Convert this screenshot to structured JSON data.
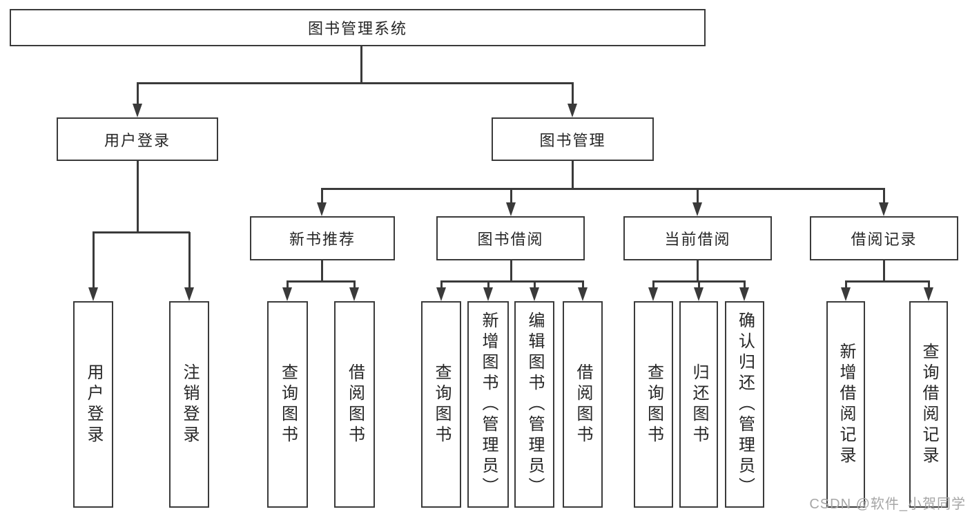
{
  "colors": {
    "line": "#3a3a3a",
    "ink": "#262626",
    "watermark": "#a6a6a6",
    "bg": "#ffffff"
  },
  "watermark": {
    "text": "CSDN @软件_小贺同学"
  },
  "tree": {
    "root": {
      "label": "图书管理系统",
      "children": [
        {
          "label": "用户登录",
          "children": [
            {
              "label": "用户登录"
            },
            {
              "label": "注销登录"
            }
          ]
        },
        {
          "label": "图书管理",
          "children": [
            {
              "label": "新书推荐",
              "children": [
                {
                  "label": "查询图书"
                },
                {
                  "label": "借阅图书"
                }
              ]
            },
            {
              "label": "图书借阅",
              "children": [
                {
                  "label": "查询图书"
                },
                {
                  "label": "新增图书（管理员）"
                },
                {
                  "label": "编辑图书（管理员）"
                },
                {
                  "label": "借阅图书"
                }
              ]
            },
            {
              "label": "当前借阅",
              "children": [
                {
                  "label": "查询图书"
                },
                {
                  "label": "归还图书"
                },
                {
                  "label": "确认归还（管理员）"
                }
              ]
            },
            {
              "label": "借阅记录",
              "children": [
                {
                  "label": "新增借阅记录"
                },
                {
                  "label": "查询借阅记录"
                }
              ]
            }
          ]
        }
      ]
    }
  }
}
